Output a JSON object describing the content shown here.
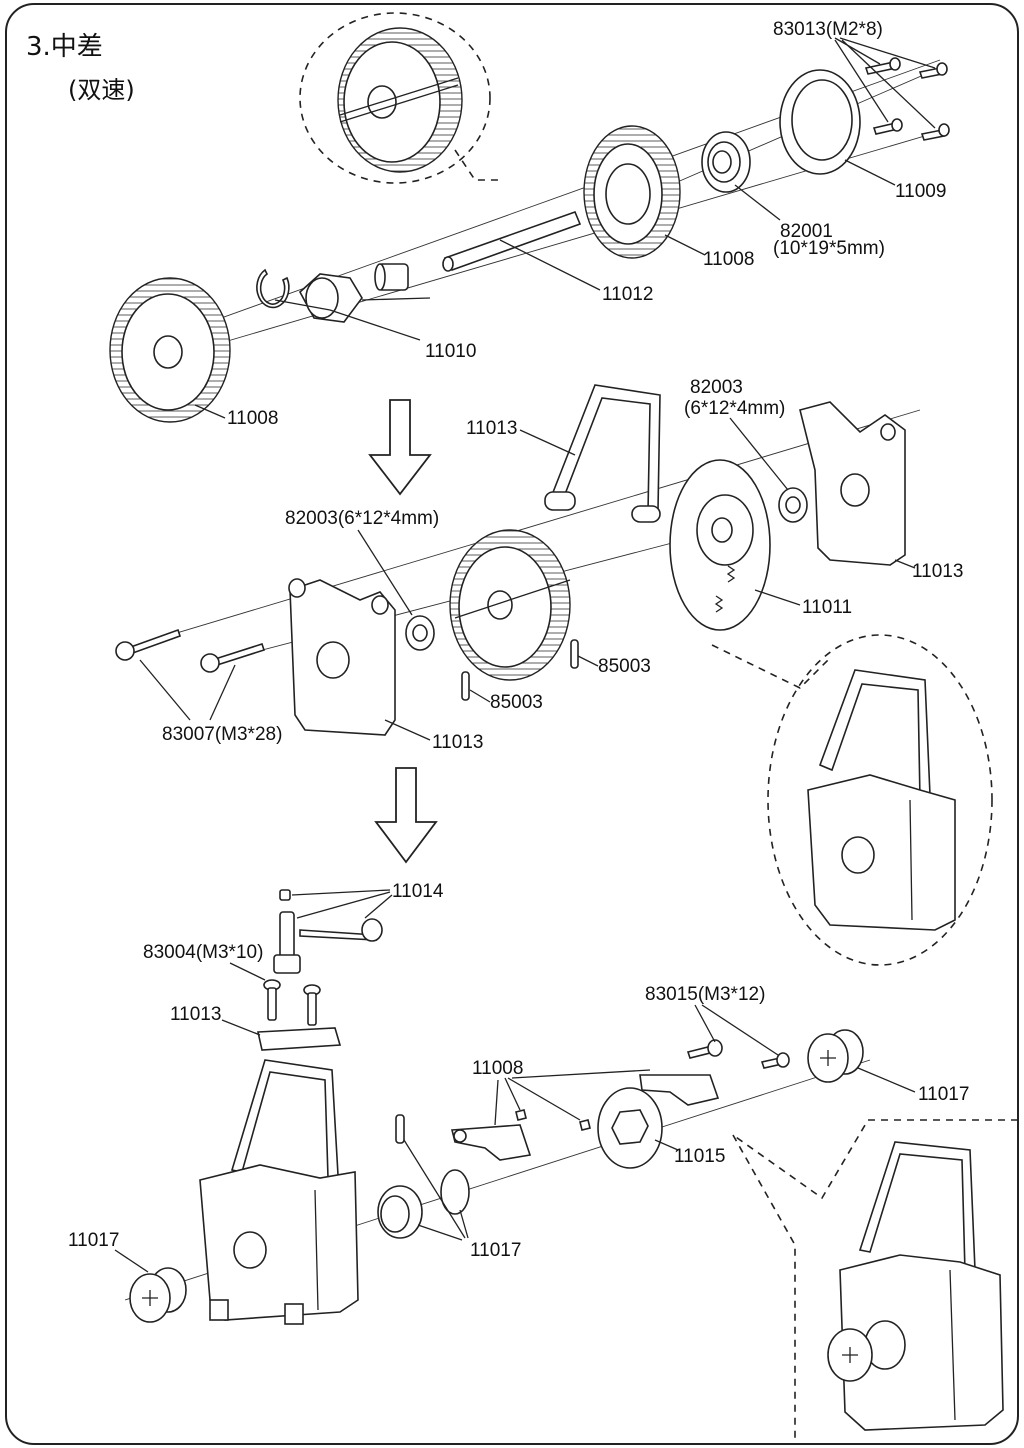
{
  "title": "3.中差",
  "subtitle": "(双速)",
  "labels": {
    "l_83013": "83013(M2*8)",
    "l_11009": "11009",
    "l_82001a": "82001",
    "l_82001b": "(10*19*5mm)",
    "l_11008_top": "11008",
    "l_11012": "11012",
    "l_11010": "11010",
    "l_11008_left": "11008",
    "l_11013_frame": "11013",
    "l_82003a": "82003",
    "l_82003b": "(6*12*4mm)",
    "l_11013_right": "11013",
    "l_82003_mid": "82003(6*12*4mm)",
    "l_11011": "11011",
    "l_85003_r": "85003",
    "l_85003_l": "85003",
    "l_83007": "83007(M3*28)",
    "l_11013_front": "11013",
    "l_11014": "11014",
    "l_83004": "83004(M3*10)",
    "l_11013_block": "11013",
    "l_83015": "83015(M3*12)",
    "l_11008_bot": "11008",
    "l_11017_r": "11017",
    "l_11015": "11015",
    "l_11017_l": "11017",
    "l_11017_mid": "11017"
  }
}
